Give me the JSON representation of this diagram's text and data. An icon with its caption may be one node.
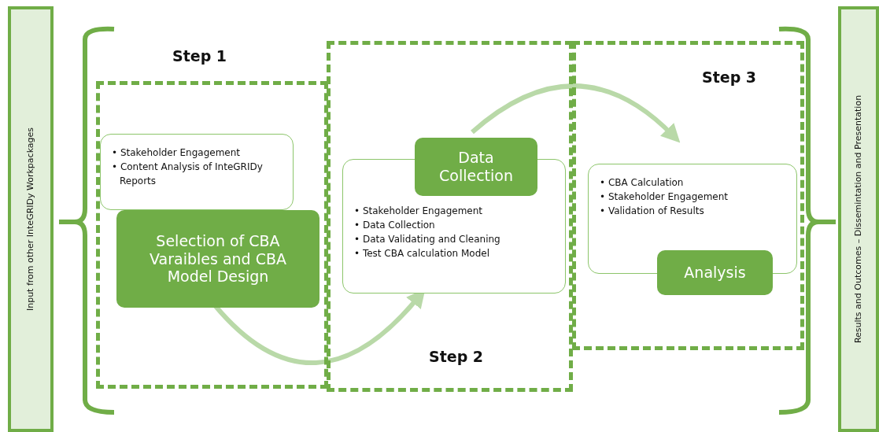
{
  "diagram": {
    "nodes": [
      {
        "text": [
          "Input from other InteGRIDy Workpackages"
        ]
      },
      {
        "text": [
          "Step 1"
        ]
      },
      {
        "text": [
          "• Stakeholder Engagement",
          "• Content Analysis of InteGRIDy Reports"
        ],
        "in": 1
      },
      {
        "text": [
          "Selection of CBA Varaibles and CBA Model Design"
        ],
        "in": 1
      },
      {
        "text": [
          "Step 2"
        ]
      },
      {
        "text": [
          "• Stakeholder Engagement",
          "• Data Collection",
          "• Data Validating and Cleaning",
          "• Test CBA calculation Model"
        ],
        "in": 4
      },
      {
        "text": [
          "Data Collection"
        ],
        "in": 4
      },
      {
        "text": [
          "Step 3"
        ]
      },
      {
        "text": [
          "• CBA Calculation",
          "• Stakeholder Engagement",
          "• Validation of Results"
        ],
        "in": 7
      },
      {
        "text": [
          "Analysis"
        ],
        "in": 7
      },
      {
        "text": [
          "Results and Outcomes – Dissemintation and Presentation"
        ]
      }
    ],
    "edges": [
      {
        "from": 3,
        "to": 5,
        "arrow": "to"
      },
      {
        "from": 6,
        "to": 8,
        "arrow": "to"
      }
    ]
  }
}
